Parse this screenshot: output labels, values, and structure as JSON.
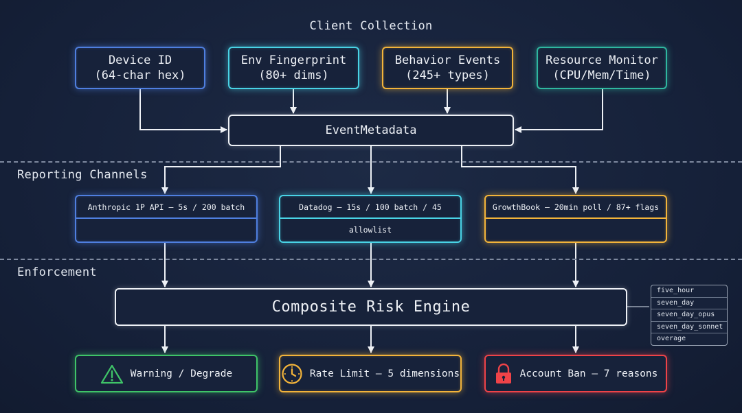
{
  "sections": {
    "client_collection": "Client Collection",
    "reporting_channels": "Reporting Channels",
    "enforcement": "Enforcement"
  },
  "sources": [
    {
      "line1": "Device ID",
      "line2": "(64-char hex)"
    },
    {
      "line1": "Env Fingerprint",
      "line2": "(80+ dims)"
    },
    {
      "line1": "Behavior Events",
      "line2": "(245+ types)"
    },
    {
      "line1": "Resource Monitor",
      "line2": "(CPU/Mem/Time)"
    }
  ],
  "metadata_node": "EventMetadata",
  "channels": [
    {
      "label": "Anthropic 1P API — 5s / 200 batch"
    },
    {
      "label": "Datadog — 15s / 100 batch / 45 allowlist"
    },
    {
      "label": "GrowthBook — 20min poll / 87+ flags"
    }
  ],
  "engine": "Composite Risk Engine",
  "dimensions": [
    "five_hour",
    "seven_day",
    "seven_day_opus",
    "seven_day_sonnet",
    "overage"
  ],
  "outcomes": [
    {
      "label": "Warning / Degrade",
      "icon": "warning-triangle-icon"
    },
    {
      "label": "Rate Limit — 5 dimensions",
      "icon": "clock-icon"
    },
    {
      "label": "Account Ban — 7 reasons",
      "icon": "lock-icon"
    }
  ],
  "colors": {
    "background": "#17223a",
    "blue": "#4f7fe0",
    "cyan": "#49d3e6",
    "orange": "#f3b43a",
    "teal": "#2fb7a0",
    "green": "#3fc468",
    "red": "#ef4348",
    "white": "#eef1f6"
  }
}
